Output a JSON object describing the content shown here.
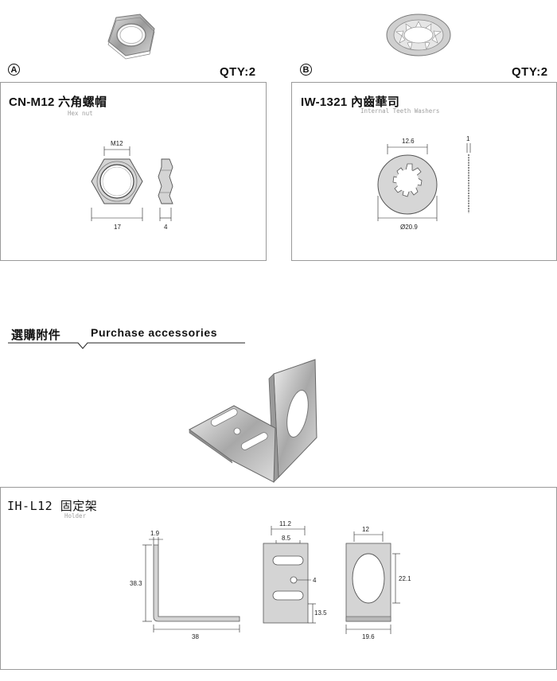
{
  "part_a": {
    "marker": "A",
    "qty": "QTY:2",
    "model": "CN-M12 六角螺帽",
    "subtitle": "Hex nut",
    "dims": {
      "thread": "M12",
      "width": "17",
      "thickness": "4"
    }
  },
  "part_b": {
    "marker": "B",
    "qty": "QTY:2",
    "model": "IW-1321 內齒華司",
    "subtitle": "Internal Teeth Washers",
    "dims": {
      "inner": "12.6",
      "outer": "Ø20.9",
      "thickness": "1"
    }
  },
  "accessories": {
    "title_cn": "選購附件",
    "title_en": "Purchase accessories"
  },
  "holder": {
    "model": "IH-L12 固定架",
    "subtitle": "Holder",
    "dims": {
      "side_thickness": "1.9",
      "side_height": "38.3",
      "side_length": "38",
      "front_width": "11.2",
      "front_slot": "8.5",
      "front_hole": "4",
      "front_bottom": "13.5",
      "back_width": "12",
      "back_height": "22.1",
      "back_total": "19.6"
    }
  },
  "colors": {
    "frame": "#9a9a9a",
    "metal": "#c8c8c8",
    "ink": "#111111"
  }
}
